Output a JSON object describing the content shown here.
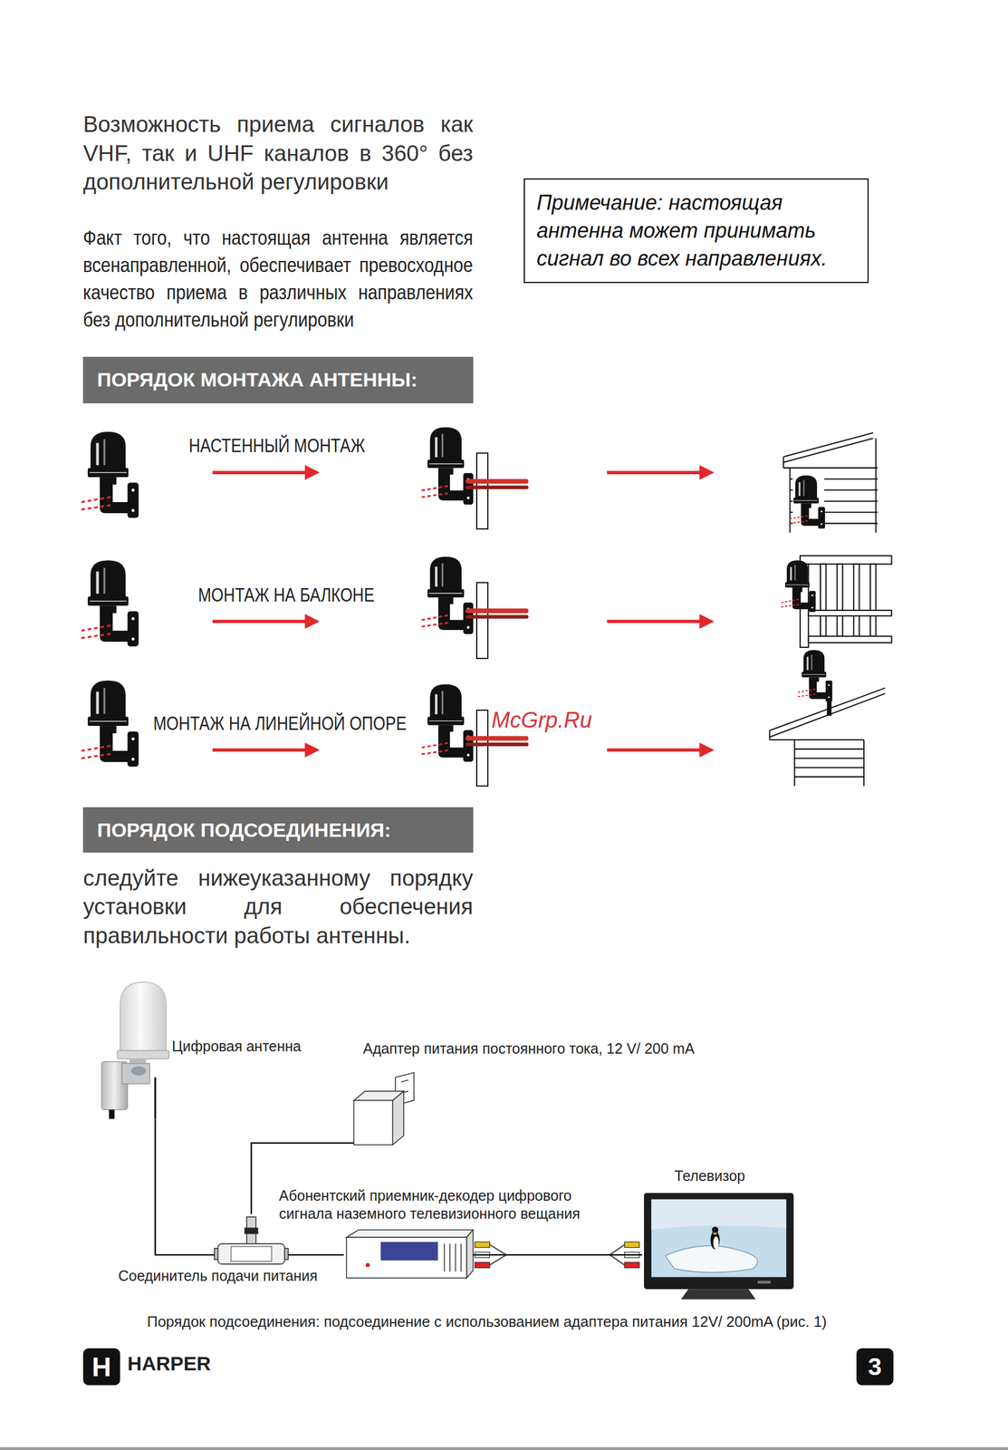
{
  "diagram": {
    "caption": "Порядок подсоединения: подсоединение с использованием адаптера питания 12V/ 200mA (рис. 1)",
    "nodes": [
      {
        "text": [
          "Примечание: настоящая антенна может принимать сигнал во всех направлениях."
        ]
      },
      {
        "text": [
          "ПОРЯДОК МОНТАЖА АНТЕННЫ:"
        ]
      },
      {
        "text": [
          "ПОРЯДОК ПОДСОЕДИНЕНИЯ:"
        ]
      },
      {
        "text": [
          "Цифровая антенна"
        ]
      },
      {
        "text": [
          "Адаптер питания постоянного тока, 12 V/ 200 mA"
        ]
      },
      {
        "text": [
          "Телевизор"
        ]
      },
      {
        "text": [
          "Абонентский приемник-декодер цифрового сигнала наземного телевизионного вещания"
        ]
      },
      {
        "text": [
          "Соединитель подачи питания"
        ]
      }
    ],
    "edges": [
      {
        "from": 3,
        "to": 7,
        "arrow": "none"
      },
      {
        "from": 4,
        "to": 7,
        "arrow": "none"
      },
      {
        "from": 7,
        "to": 6,
        "arrow": "none"
      },
      {
        "from": 6,
        "to": 5,
        "arrow": "none"
      }
    ],
    "labels": [
      "Возможность приема сигналов как VHF, так и UHF каналов в 360° без дополнительной регулировки",
      "Факт того, что настоящая антенна является всенаправленной, обеспечивает превосходное качество приема в различных направлениях без дополнительной регулировки",
      "НАСТЕННЫЙ МОНТАЖ",
      "МОНТАЖ НА БАЛКОНЕ",
      "МОНТАЖ НА ЛИНЕЙНОЙ ОПОРЕ",
      "McGrp.Ru",
      "следуйте нижеуказанному порядку установки для обеспечения правильности работы антенны.",
      "H",
      "HARPER",
      "3"
    ]
  }
}
